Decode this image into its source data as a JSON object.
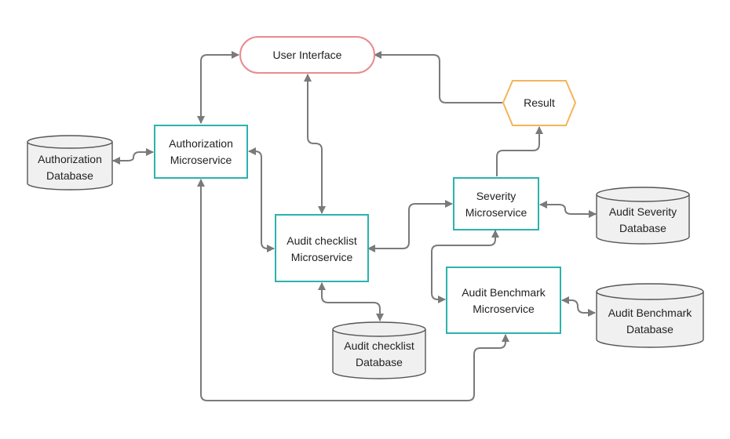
{
  "nodes": {
    "user_interface": {
      "label": "User Interface"
    },
    "result": {
      "label": "Result"
    },
    "authorization_ms": {
      "line1": "Authorization",
      "line2": "Microservice"
    },
    "authorization_db": {
      "line1": "Authorization",
      "line2": "Database"
    },
    "audit_checklist_ms": {
      "line1": "Audit checklist",
      "line2": "Microservice"
    },
    "audit_checklist_db": {
      "line1": "Audit checklist",
      "line2": "Database"
    },
    "severity_ms": {
      "line1": "Severity",
      "line2": "Microservice"
    },
    "audit_severity_db": {
      "line1": "Audit Severity",
      "line2": "Database"
    },
    "audit_benchmark_ms": {
      "line1": "Audit Benchmark",
      "line2": "Microservice"
    },
    "audit_benchmark_db": {
      "line1": "Audit Benchmark",
      "line2": "Database"
    }
  },
  "colors": {
    "microservice_border": "#2bb3ad",
    "ui_border": "#e98a8e",
    "result_border": "#f4b45a",
    "connector": "#7a7a7a"
  }
}
